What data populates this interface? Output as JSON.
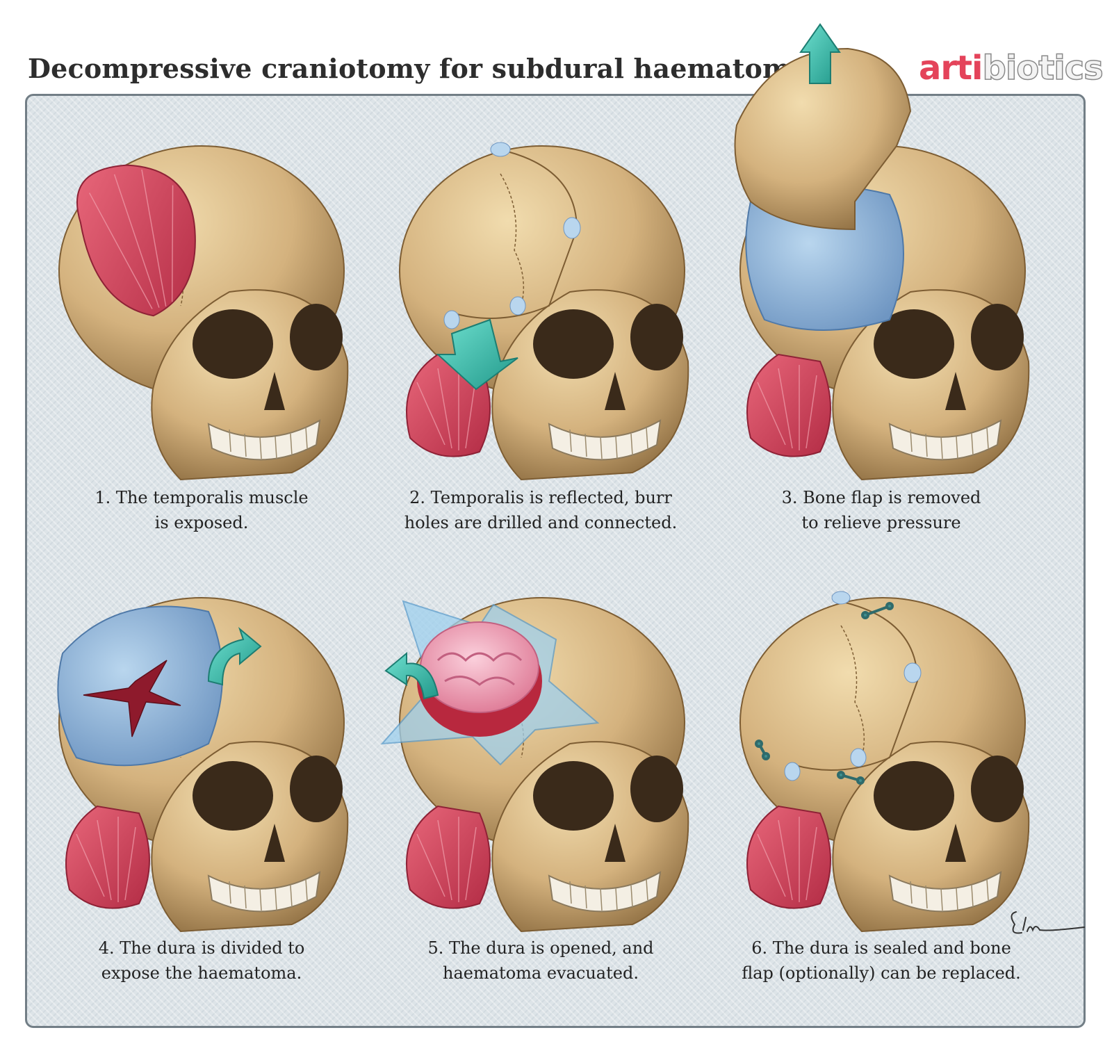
{
  "header": {
    "title": "Decompressive craniotomy for subdural haematoma",
    "logo": {
      "part1": "arti",
      "part2": "biotics",
      "color": "#e4435a"
    }
  },
  "steps": [
    {
      "lines": [
        "1. The temporalis muscle",
        "is exposed."
      ]
    },
    {
      "lines": [
        "2. Temporalis is reflected, burr",
        "holes are drilled and connected."
      ]
    },
    {
      "lines": [
        "3. Bone flap is removed",
        "to relieve pressure"
      ]
    },
    {
      "lines": [
        "4. The dura is divided to",
        "expose the haematoma."
      ]
    },
    {
      "lines": [
        "5. The dura is opened, and",
        "haematoma evacuated."
      ]
    },
    {
      "lines": [
        "6. The dura is sealed and bone",
        "flap (optionally) can be replaced."
      ]
    }
  ],
  "colors": {
    "bone": "#d7b98a",
    "muscle": "#d9455c",
    "dura": "#8fb6d8",
    "arrow": "#3fc1b0",
    "brain": "#f0a0b6"
  }
}
